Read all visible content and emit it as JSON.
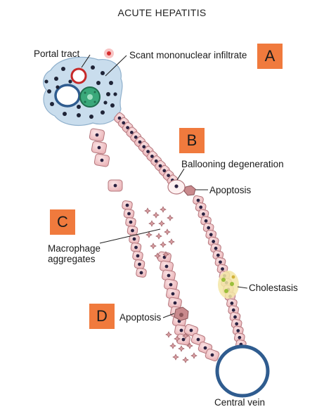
{
  "title": "ACUTE HEPATITIS",
  "labels": {
    "portal_tract": "Portal tract",
    "scant_infiltrate": "Scant mononuclear infiltrate",
    "ballooning": "Ballooning degeneration",
    "apoptosis_right": "Apoptosis",
    "macrophage_line1": "Macrophage",
    "macrophage_line2": "aggregates",
    "cholestasis": "Cholestasis",
    "apoptosis_left": "Apoptosis",
    "central_vein": "Central vein"
  },
  "badges": {
    "a": "A",
    "b": "B",
    "c": "C",
    "d": "D"
  },
  "colors": {
    "badge": "#f07a3d",
    "hepatocyte": "#f2c4c6",
    "hepatocyte_border": "#b5787e",
    "nucleus": "#2a2140",
    "portal_tract": "#c8dcec",
    "vein_border": "#2f5c8f"
  }
}
